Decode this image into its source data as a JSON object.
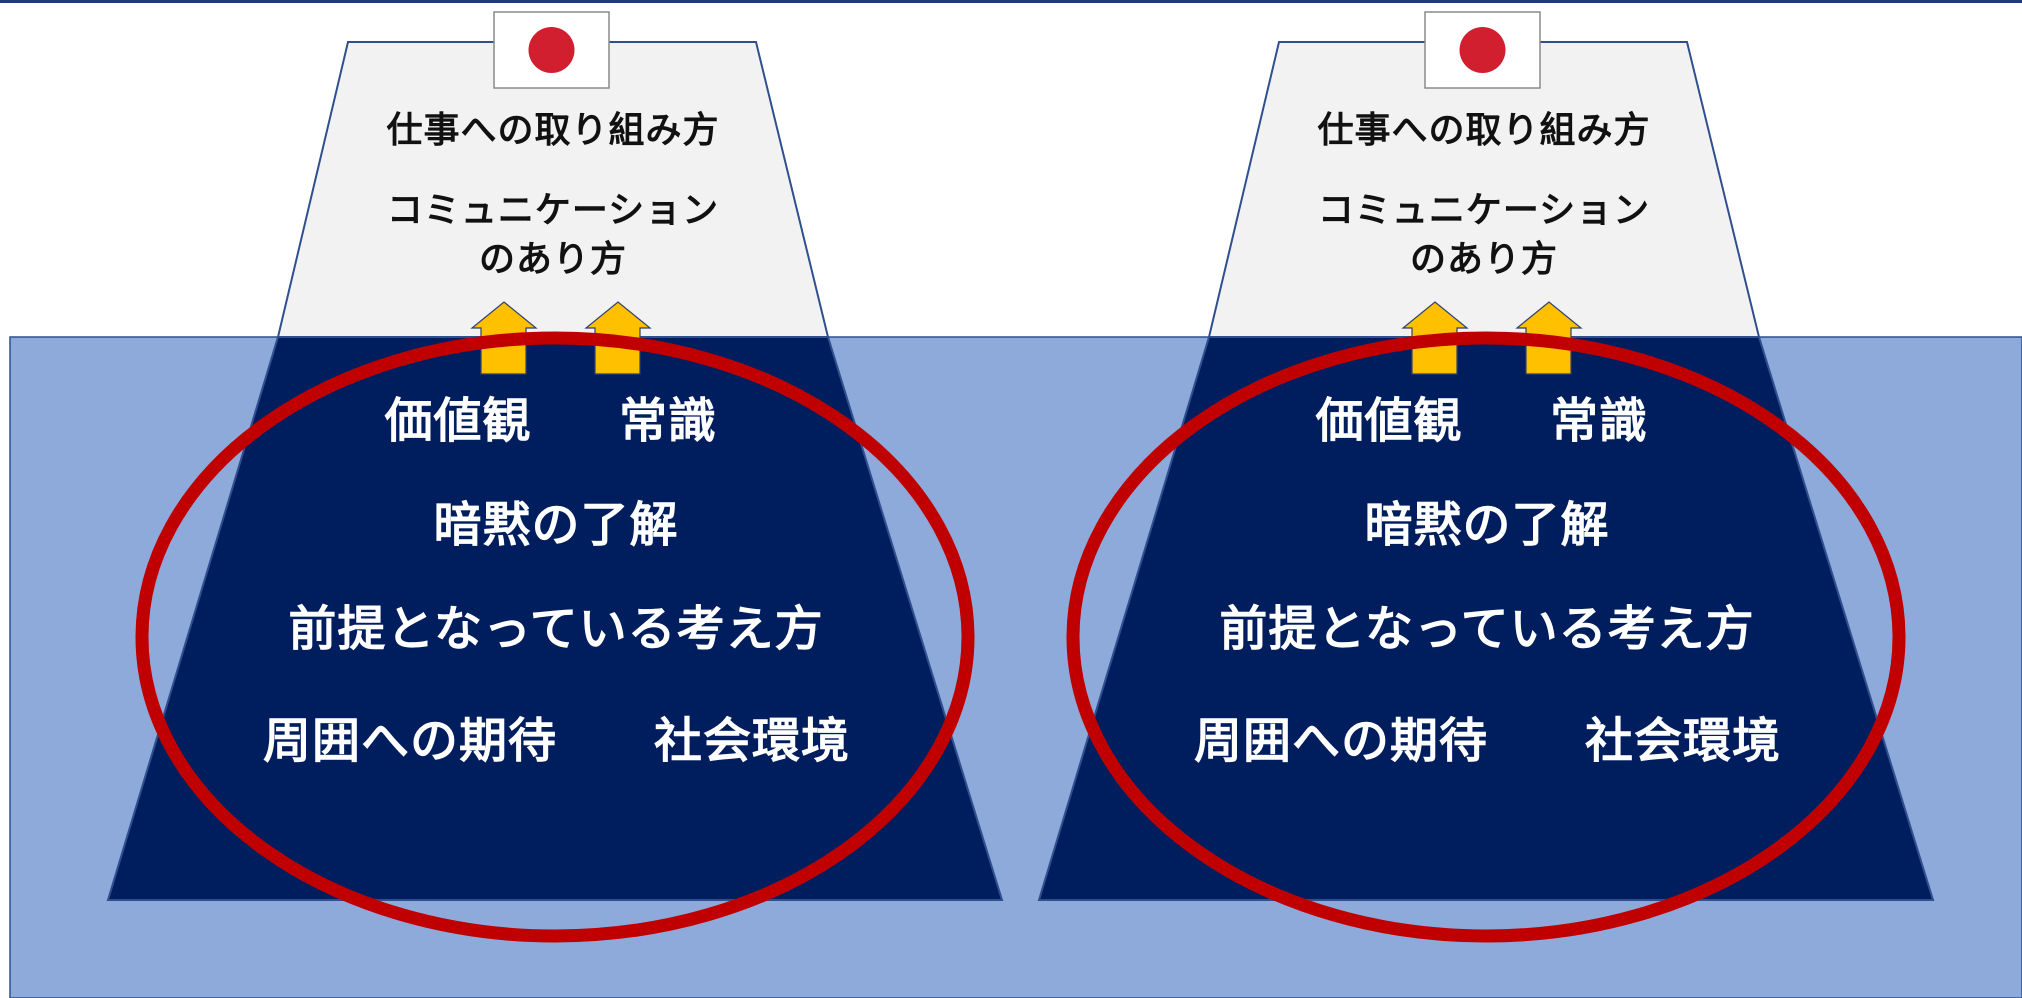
{
  "colors": {
    "top_line": "#1f3a7a",
    "water": "#8eaadb",
    "iceberg_top": "#f2f2f2",
    "iceberg_bottom": "#001e5e",
    "outline": "#2f4f8f",
    "ellipse": "#c00000",
    "arrow_fill": "#ffc000",
    "flag_red": "#d11f2f",
    "top_text": "#111111",
    "bottom_text": "#ffffff"
  },
  "icebergs": [
    {
      "top_labels": [
        "仕事への取り組み方",
        "コミュニケーション",
        "のあり方"
      ],
      "bottom_labels": [
        "価値観",
        "常識",
        "暗黙の了解",
        "前提となっている考え方",
        "周囲への期待",
        "社会環境"
      ]
    },
    {
      "top_labels": [
        "仕事への取り組み方",
        "コミュニケーション",
        "のあり方"
      ],
      "bottom_labels": [
        "価値観",
        "常識",
        "暗黙の了解",
        "前提となっている考え方",
        "周囲への期待",
        "社会環境"
      ]
    }
  ]
}
